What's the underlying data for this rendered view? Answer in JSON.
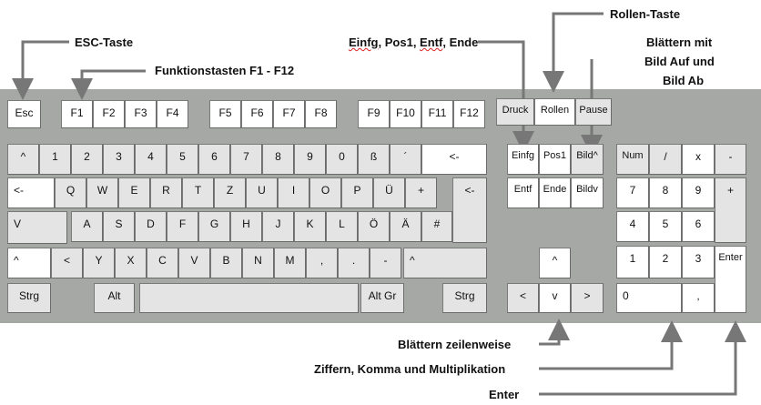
{
  "annotations": {
    "esc": "ESC-Taste",
    "fkeys": "Funktionstasten F1 - F12",
    "einfg_word": "Einfg",
    "pos1_word": "Pos1",
    "entf_word": "Entf",
    "einfg_rest": "Ende",
    "rollen": "Rollen-Taste",
    "blaettern_line1": "Blättern mit",
    "blaettern_line2": "Bild Auf und",
    "blaettern_line3": "Bild Ab",
    "zeilenweise": "Blättern zeilenweise",
    "ziffern": "Ziffern, Komma und Multiplikation",
    "enter": "Enter"
  },
  "keys": {
    "esc": "Esc",
    "f1": "F1",
    "f2": "F2",
    "f3": "F3",
    "f4": "F4",
    "f5": "F5",
    "f6": "F6",
    "f7": "F7",
    "f8": "F8",
    "f9": "F9",
    "f10": "F10",
    "f11": "F11",
    "f12": "F12",
    "druck": "Druck",
    "rollen": "Rollen",
    "pause": "Pause",
    "caret": "^",
    "n1": "1",
    "n2": "2",
    "n3": "3",
    "n4": "4",
    "n5": "5",
    "n6": "6",
    "n7": "7",
    "n8": "8",
    "n9": "9",
    "n0": "0",
    "sz": "ß",
    "acute": "´",
    "backspace": "<-",
    "tab": "<-",
    "q": "Q",
    "w": "W",
    "e": "E",
    "r": "R",
    "t": "T",
    "z": "Z",
    "u": "U",
    "i": "I",
    "o": "O",
    "p": "P",
    "ue": "Ü",
    "plus": "+",
    "enter_main": "<-",
    "caps": "V",
    "a": "A",
    "s": "S",
    "d": "D",
    "f": "F",
    "g": "G",
    "h": "H",
    "j": "J",
    "k": "K",
    "l": "L",
    "oe": "Ö",
    "ae": "Ä",
    "hash": "#",
    "shift_l": "^",
    "lt": "<",
    "y": "Y",
    "x": "X",
    "c": "C",
    "v": "V",
    "b": "B",
    "n": "N",
    "m": "M",
    "comma": ",",
    "dot": ".",
    "minus": "-",
    "shift_r": "^",
    "strg_l": "Strg",
    "alt": "Alt",
    "altgr": "Alt Gr",
    "strg_r": "Strg",
    "einfg": "Einfg",
    "pos1": "Pos1",
    "bildup": "Bild^",
    "entf": "Entf",
    "ende": "Ende",
    "bilddn": "Bildv",
    "up": "^",
    "left": "<",
    "down": "v",
    "right": ">",
    "num": "Num",
    "div": "/",
    "mul": "x",
    "numminus": "-",
    "np7": "7",
    "np8": "8",
    "np9": "9",
    "npplus": "+",
    "np4": "4",
    "np5": "5",
    "np6": "6",
    "np1": "1",
    "np2": "2",
    "np3": "3",
    "npenter": "Enter",
    "np0": "0",
    "npcomma": ","
  }
}
